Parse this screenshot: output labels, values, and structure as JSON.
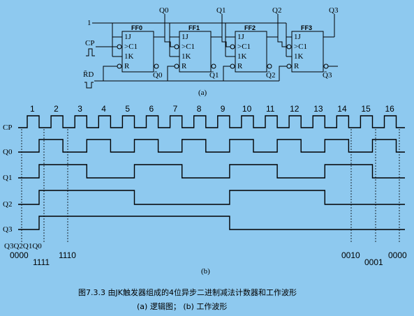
{
  "circuit": {
    "input_high": "1",
    "cp_label": "CP",
    "rd_label": "R̄D",
    "ff_titles": [
      "FF0",
      "FF1",
      "FF2",
      "FF3"
    ],
    "pin_j": "1J",
    "pin_c": ">C1",
    "pin_k": "1K",
    "pin_r": "R",
    "q_labels": [
      "Q0",
      "Q1",
      "Q2",
      "Q3"
    ],
    "qbar_labels": [
      "Q̄0",
      "Q̄1",
      "Q̄2",
      "Q̄3"
    ],
    "sublabel": "(a)"
  },
  "timing": {
    "pulse_numbers": [
      "1",
      "2",
      "3",
      "4",
      "5",
      "6",
      "7",
      "8",
      "9",
      "10",
      "11",
      "12",
      "13",
      "14",
      "15",
      "16"
    ],
    "signal_labels": [
      "CP",
      "Q0",
      "Q1",
      "Q2",
      "Q3"
    ],
    "state_header": "Q3Q2Q1Q0",
    "state_labels": [
      "0000",
      "1111",
      "1110",
      "0010",
      "0001",
      "0000"
    ],
    "q0_levels": [
      0,
      1,
      0,
      1,
      0,
      1,
      0,
      1,
      0,
      1,
      0,
      1,
      0,
      1,
      0,
      1,
      0
    ],
    "q1_levels": [
      0,
      1,
      1,
      0,
      0,
      1,
      1,
      0,
      0,
      1,
      1,
      0,
      0,
      1,
      1,
      0,
      0
    ],
    "q2_levels": [
      0,
      1,
      1,
      1,
      1,
      0,
      0,
      0,
      0,
      1,
      1,
      1,
      1,
      0,
      0,
      0,
      0
    ],
    "q3_levels": [
      0,
      1,
      1,
      1,
      1,
      1,
      1,
      1,
      1,
      0,
      0,
      0,
      0,
      0,
      0,
      0,
      0
    ],
    "sublabel": "(b)"
  },
  "caption": {
    "title": "图7.3.3   由JK触发器组成的4位异步二进制减法计数器和工作波形",
    "subtitle": "(a) 逻辑图；  (b) 工作波形"
  }
}
